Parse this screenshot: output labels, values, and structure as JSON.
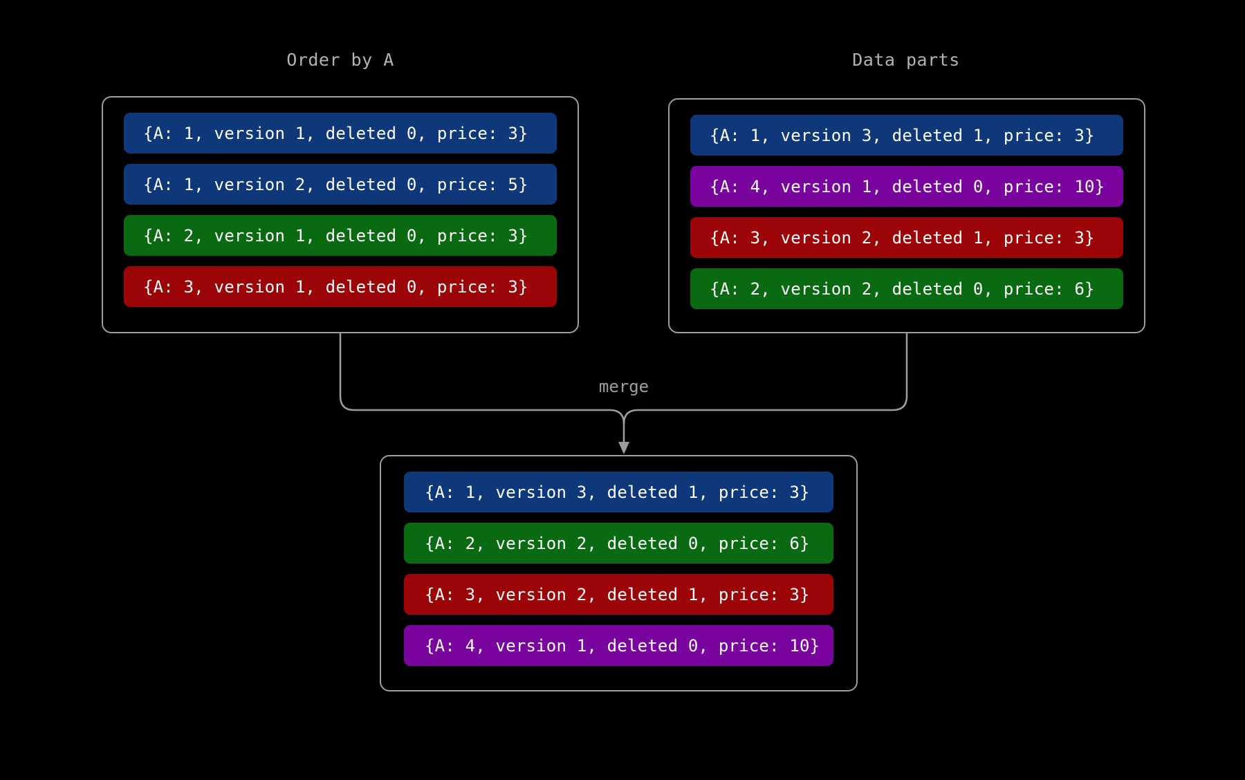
{
  "diagram": {
    "title_left": "Order by A",
    "title_right": "Data parts",
    "merge_label": "merge",
    "background_color": "#000000",
    "line_color": "#9e9e9e",
    "text_color": "#ffffff",
    "palette": {
      "blue": "#0f387a",
      "green": "#0a6a12",
      "red": "#9c0508",
      "purple": "#7a059e"
    }
  },
  "panels": {
    "order_by_a": {
      "title": "Order by A",
      "rows": [
        {
          "text": "{A: 1, version 1, deleted 0, price: 3}",
          "color": "blue",
          "A": 1,
          "version": 1,
          "deleted": 0,
          "price": 3
        },
        {
          "text": "{A: 1, version 2, deleted 0, price: 5}",
          "color": "blue",
          "A": 1,
          "version": 2,
          "deleted": 0,
          "price": 5
        },
        {
          "text": "{A: 2, version 1, deleted 0, price: 3}",
          "color": "green",
          "A": 2,
          "version": 1,
          "deleted": 0,
          "price": 3
        },
        {
          "text": "{A: 3, version 1, deleted 0, price: 3}",
          "color": "red",
          "A": 3,
          "version": 1,
          "deleted": 0,
          "price": 3
        }
      ]
    },
    "data_parts": {
      "title": "Data parts",
      "rows": [
        {
          "text": "{A: 1, version 3, deleted 1, price: 3}",
          "color": "blue",
          "A": 1,
          "version": 3,
          "deleted": 1,
          "price": 3
        },
        {
          "text": "{A: 4, version 1, deleted 0, price: 10}",
          "color": "purple",
          "A": 4,
          "version": 1,
          "deleted": 0,
          "price": 10
        },
        {
          "text": "{A: 3, version 2, deleted 1, price: 3}",
          "color": "red",
          "A": 3,
          "version": 2,
          "deleted": 1,
          "price": 3
        },
        {
          "text": "{A: 2, version 2, deleted 0, price: 6}",
          "color": "green",
          "A": 2,
          "version": 2,
          "deleted": 0,
          "price": 6
        }
      ]
    },
    "merged": {
      "rows": [
        {
          "text": "{A: 1, version 3, deleted 1, price: 3}",
          "color": "blue",
          "A": 1,
          "version": 3,
          "deleted": 1,
          "price": 3
        },
        {
          "text": "{A: 2, version 2, deleted 0, price: 6}",
          "color": "green",
          "A": 2,
          "version": 2,
          "deleted": 0,
          "price": 6
        },
        {
          "text": "{A: 3, version 2, deleted 1, price: 3}",
          "color": "red",
          "A": 3,
          "version": 2,
          "deleted": 1,
          "price": 3
        },
        {
          "text": "{A: 4, version 1, deleted 0, price: 10}",
          "color": "purple",
          "A": 4,
          "version": 1,
          "deleted": 0,
          "price": 10
        }
      ]
    }
  }
}
